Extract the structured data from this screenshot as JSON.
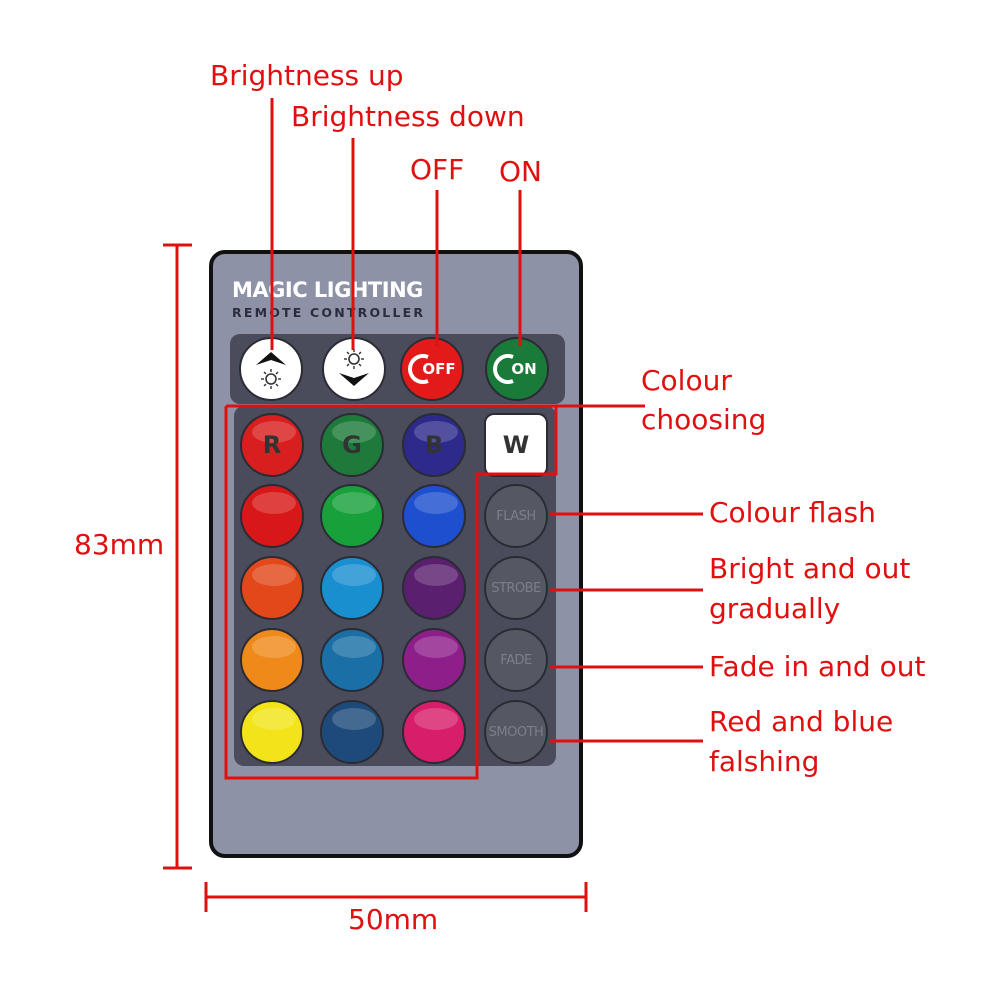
{
  "annotations": {
    "brightness_up": "Brightness up",
    "brightness_down": "Brightness down",
    "off": "OFF",
    "on": "ON",
    "colour_choosing_1": "Colour",
    "colour_choosing_2": "choosing",
    "colour_flash": "Colour flash",
    "bright_out_1": "Bright and out",
    "bright_out_2": "gradually",
    "fade": "Fade in and out",
    "red_blue_1": "Red and blue",
    "red_blue_2": "falshing",
    "height": "83mm",
    "width": "50mm"
  },
  "remote": {
    "brand": "MAGIC LIGHTING",
    "subtitle": "REMOTE CONTROLLER",
    "off_label": "OFF",
    "on_label": "ON",
    "row1": [
      {
        "label": "R",
        "color": "#d81e1e"
      },
      {
        "label": "G",
        "color": "#1e7a3a"
      },
      {
        "label": "B",
        "color": "#2e2a8c"
      },
      {
        "label": "W",
        "color": "#ffffff"
      }
    ],
    "grid_colors": [
      [
        "#d81818",
        "#18a03a",
        "#1e4fcf"
      ],
      [
        "#e2481a",
        "#1a8fd0",
        "#5a1f6e"
      ],
      [
        "#ef8a1a",
        "#1a6fa6",
        "#8e1e8a"
      ],
      [
        "#f2e418",
        "#1d4a7a",
        "#d81e6a"
      ]
    ],
    "effects": [
      "FLASH",
      "STROBE",
      "FADE",
      "SMOOTH"
    ]
  },
  "accent_color": "#e01010"
}
